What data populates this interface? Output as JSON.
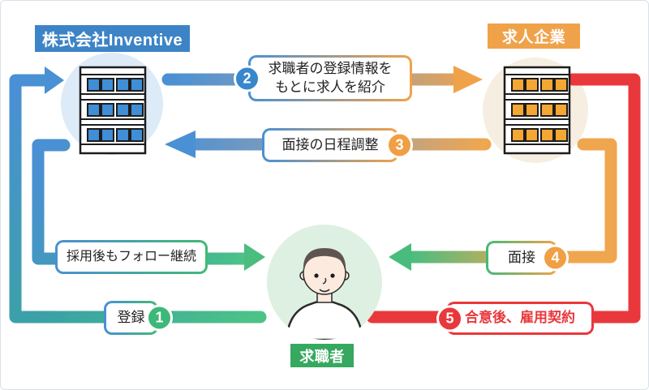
{
  "entities": {
    "agency": {
      "label": "株式会社Inventive"
    },
    "employer": {
      "label": "求人企業"
    },
    "jobseeker": {
      "label": "求職者"
    }
  },
  "steps": [
    {
      "num": "1",
      "label": "登録"
    },
    {
      "num": "2",
      "line1": "求職者の登録情報を",
      "line2": "もとに求人を紹介"
    },
    {
      "num": "3",
      "label": "面接の日程調整"
    },
    {
      "num": "4",
      "label": "面接"
    },
    {
      "num": "5",
      "label": "合意後、雇用契約"
    }
  ],
  "follow_up": {
    "label": "採用後もフォロー継続"
  },
  "colors": {
    "blue": "#3d84c6",
    "blue_arrow": "#4a90d4",
    "orange": "#f0a24a",
    "orange_arrow": "#f0a64f",
    "green": "#36a85f",
    "green_arrow": "#4cbd80",
    "red": "#e9383c",
    "light_blue_circle": "#dcebf7",
    "light_beige_circle": "#f6eee1",
    "light_green_circle": "#def0e1"
  }
}
